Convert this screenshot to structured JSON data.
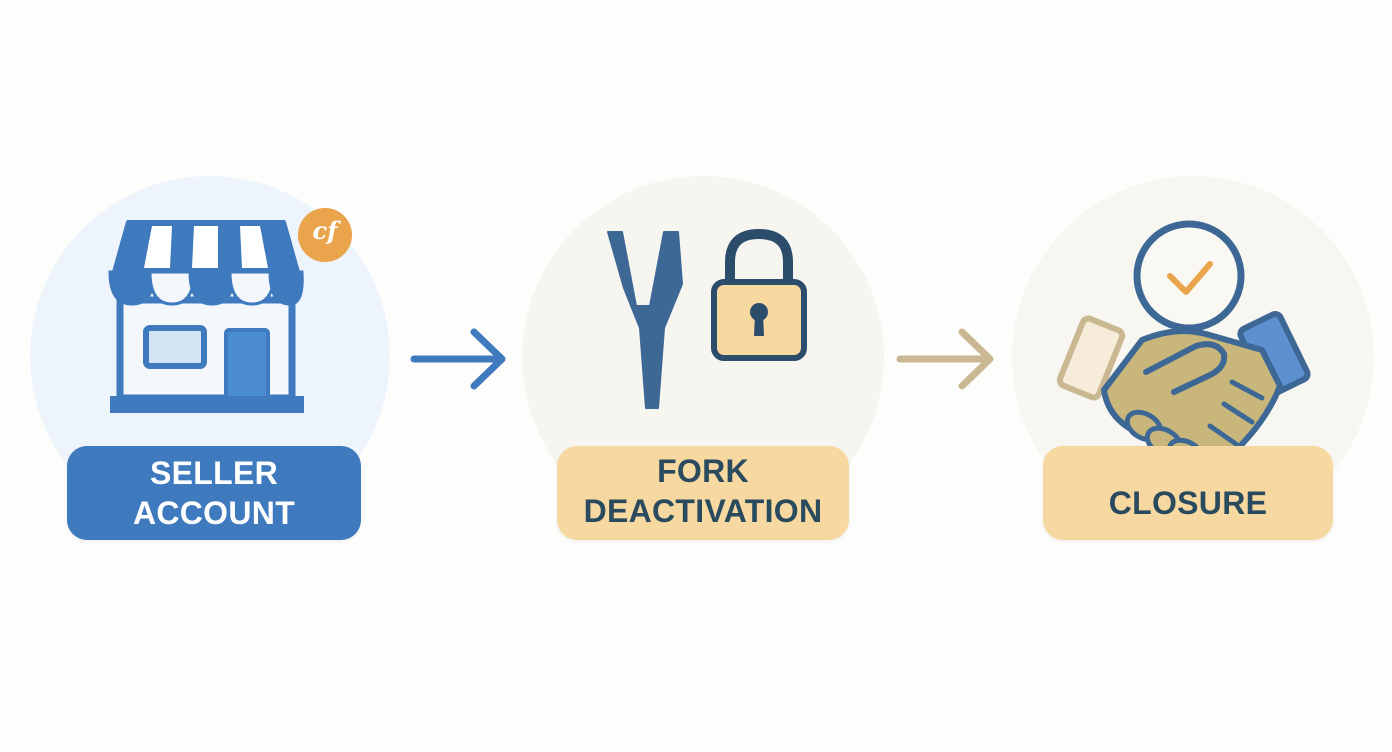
{
  "steps": [
    {
      "id": "seller-account",
      "label_lines": [
        "SELLER",
        "ACCOUNT"
      ],
      "badge_text": "cf",
      "icon": "storefront-icon"
    },
    {
      "id": "fork-deactivation",
      "label_lines": [
        "FORK",
        "DEACTIVATION"
      ],
      "icon": "fork-and-padlock-icon"
    },
    {
      "id": "closure",
      "label_lines": [
        "CLOSURE"
      ],
      "icon": "handshake-with-checkmark-icon"
    }
  ],
  "arrows": [
    {
      "from": "seller-account",
      "to": "fork-deactivation",
      "icon": "arrow-right-icon"
    },
    {
      "from": "fork-deactivation",
      "to": "closure",
      "icon": "arrow-right-icon"
    }
  ],
  "colors": {
    "primary_blue": "#3f7abf",
    "dark_blue": "#2e5f93",
    "tan": "#f6d8a0",
    "tan_dark": "#c9b891",
    "orange_badge": "#eaa44c",
    "label_text_dark": "#2a4a5e",
    "background": "#fdfdfc"
  }
}
